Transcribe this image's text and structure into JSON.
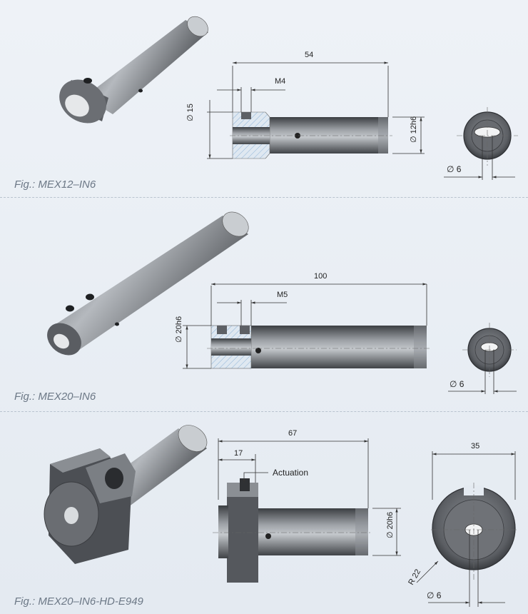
{
  "figures": [
    {
      "caption": "Fig.: MEX12–IN6",
      "dims": {
        "length": "54",
        "thread": "M4",
        "dia_left": "15",
        "dia_shaft": "12h6",
        "dia_hole": "6",
        "dia_symbol": "∅"
      }
    },
    {
      "caption": "Fig.: MEX20–IN6",
      "dims": {
        "length": "100",
        "thread": "M5",
        "dia_left": "20h6",
        "dia_hole": "6",
        "dia_symbol": "∅"
      }
    },
    {
      "caption": "Fig.: MEX20–IN6-HD-E949",
      "dims": {
        "length": "67",
        "offset": "17",
        "actuation": "Actuation",
        "dia_shaft": "20h6",
        "width": "35",
        "radius": "R 22",
        "dia_hole": "6",
        "dia_symbol": "∅"
      }
    }
  ],
  "colors": {
    "background": "#e9eef4",
    "metal_dark": "#4a4d52",
    "metal_light": "#b9bdc2",
    "hatch": "#8fb4d9",
    "caption": "#6c7886"
  }
}
